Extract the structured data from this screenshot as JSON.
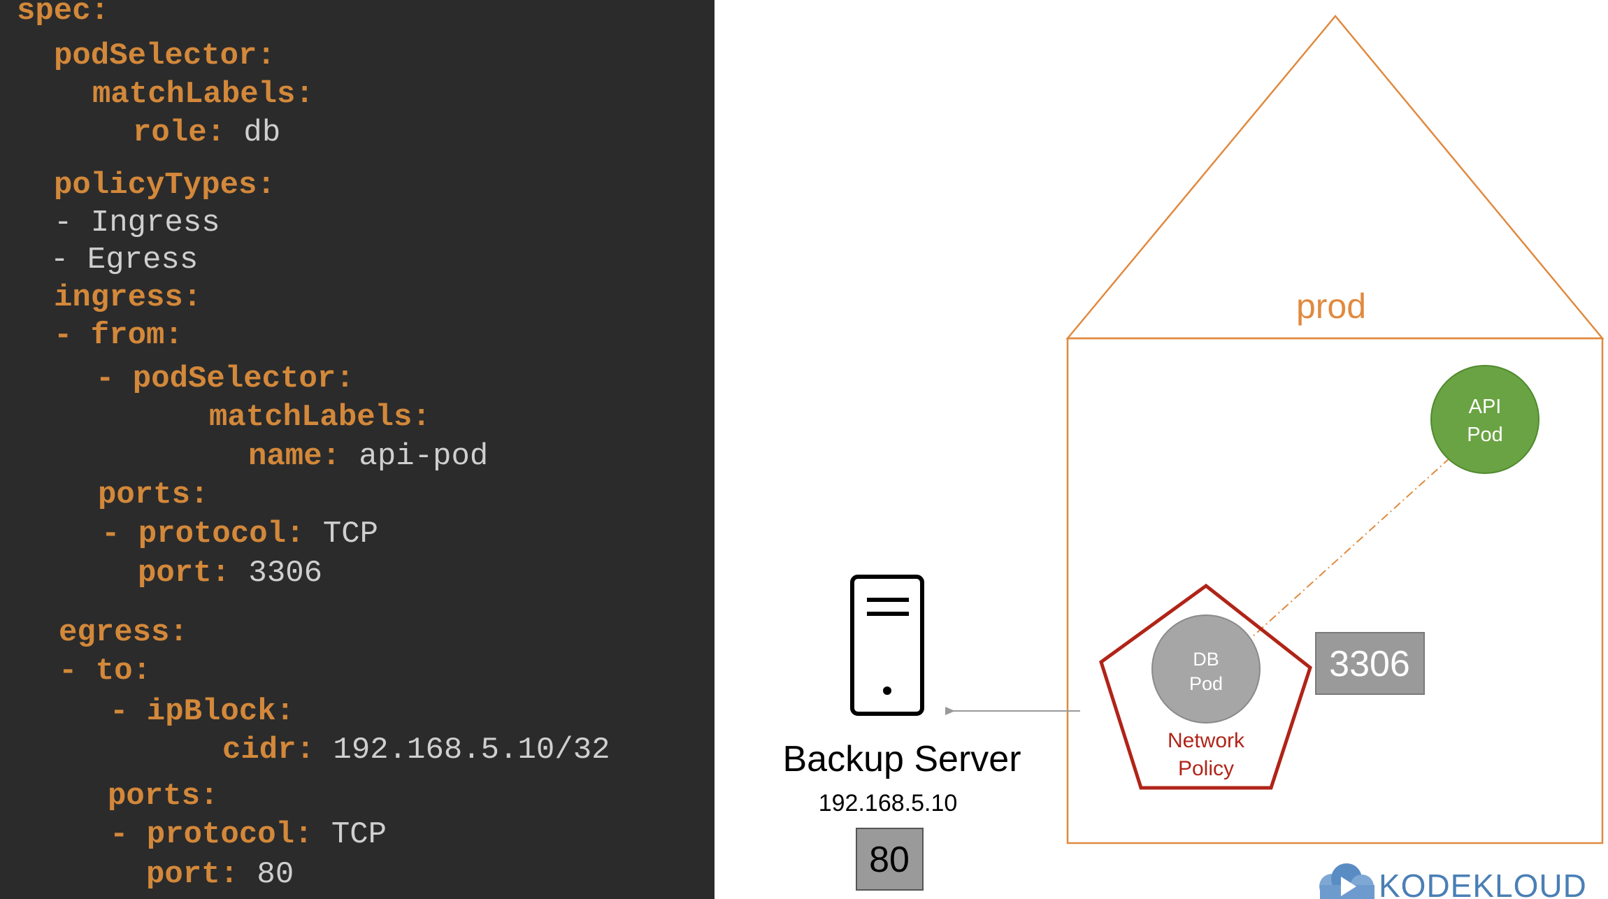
{
  "code": {
    "lines": [
      {
        "key": "spec:",
        "value": ""
      },
      {
        "key": "podSelector:",
        "value": ""
      },
      {
        "key": "matchLabels:",
        "value": ""
      },
      {
        "key": "role:",
        "value": " db"
      },
      {
        "key": "policyTypes:",
        "value": ""
      },
      {
        "key": "",
        "value": "- Ingress"
      },
      {
        "key": "",
        "value": "- Egress"
      },
      {
        "key": "ingress:",
        "value": ""
      },
      {
        "key": "- from:",
        "value": ""
      },
      {
        "key": "- podSelector:",
        "value": ""
      },
      {
        "key": "matchLabels:",
        "value": ""
      },
      {
        "key": "name:",
        "value": " api-pod"
      },
      {
        "key": "ports:",
        "value": ""
      },
      {
        "key": "- protocol:",
        "value": " TCP"
      },
      {
        "key": "port:",
        "value": " 3306"
      },
      {
        "key": "egress:",
        "value": ""
      },
      {
        "key": "- to:",
        "value": ""
      },
      {
        "key": "- ipBlock:",
        "value": ""
      },
      {
        "key": "cidr:",
        "value": " 192.168.5.10/32"
      },
      {
        "key": "ports:",
        "value": ""
      },
      {
        "key": "- protocol:",
        "value": " TCP"
      },
      {
        "key": "port:",
        "value": " 80"
      }
    ]
  },
  "diagram": {
    "namespace_label": "prod",
    "api_pod": {
      "line1": "API",
      "line2": "Pod"
    },
    "db_pod": {
      "line1": "DB",
      "line2": "Pod"
    },
    "network_policy": {
      "line1": "Network",
      "line2": "Policy"
    },
    "db_port": "3306",
    "backup_server": {
      "title": "Backup Server",
      "ip": "192.168.5.10",
      "port": "80"
    },
    "logo": {
      "text": "KODEKLOUD"
    }
  },
  "colors": {
    "code_background": "#2b2b2b",
    "code_key": "#d3883a",
    "code_value": "#cfcfcf",
    "namespace_orange": "#e08a3f",
    "api_pod_green": "#6aa343",
    "db_pod_gray": "#a6a6a6",
    "policy_red": "#b02418",
    "port_box_gray": "#9a9a9a",
    "logo_blue": "#4a7fb5"
  },
  "icons": [
    "server-icon",
    "cloud-logo-icon"
  ]
}
